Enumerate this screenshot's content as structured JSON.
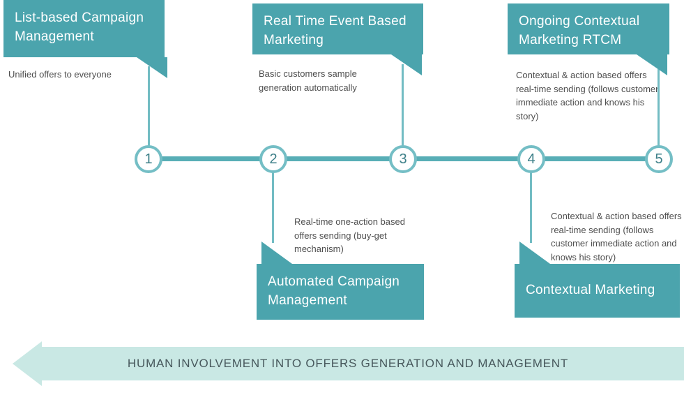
{
  "palette": {
    "teal": "#4ba4ad",
    "timeline_bar": "#58aeb6",
    "circle_ring": "#74bec5",
    "circle_number_text": "#3c7f88",
    "description_text": "#4e4e4e",
    "arrow_fill": "#c9e8e4",
    "arrow_text": "#47585c",
    "box_text": "#ffffff"
  },
  "timeline": {
    "numbers": [
      "1",
      "2",
      "3",
      "4",
      "5"
    ]
  },
  "stages": [
    {
      "number": "1",
      "position": "top",
      "title": "List-based Campaign Management",
      "description": "Unified offers to everyone"
    },
    {
      "number": "2",
      "position": "bottom",
      "title": "Automated Campaign Management",
      "description": "Real-time one-action based offers sending (buy-get mechanism)"
    },
    {
      "number": "3",
      "position": "top",
      "title": "Real Time Event Based Marketing",
      "description": "Basic customers sample generation automatically"
    },
    {
      "number": "4",
      "position": "bottom",
      "title": "Contextual Marketing",
      "description": "Contextual  & action based offers real-time sending (follows customer immediate action and knows his story)"
    },
    {
      "number": "5",
      "position": "top",
      "title": "Ongoing Contextual Marketing RTCM",
      "description": "Contextual  & action based offers real-time sending (follows customer immediate action and knows his story)"
    }
  ],
  "arrow": {
    "label": "HUMAN INVOLVEMENT INTO OFFERS GENERATION AND MANAGEMENT"
  }
}
